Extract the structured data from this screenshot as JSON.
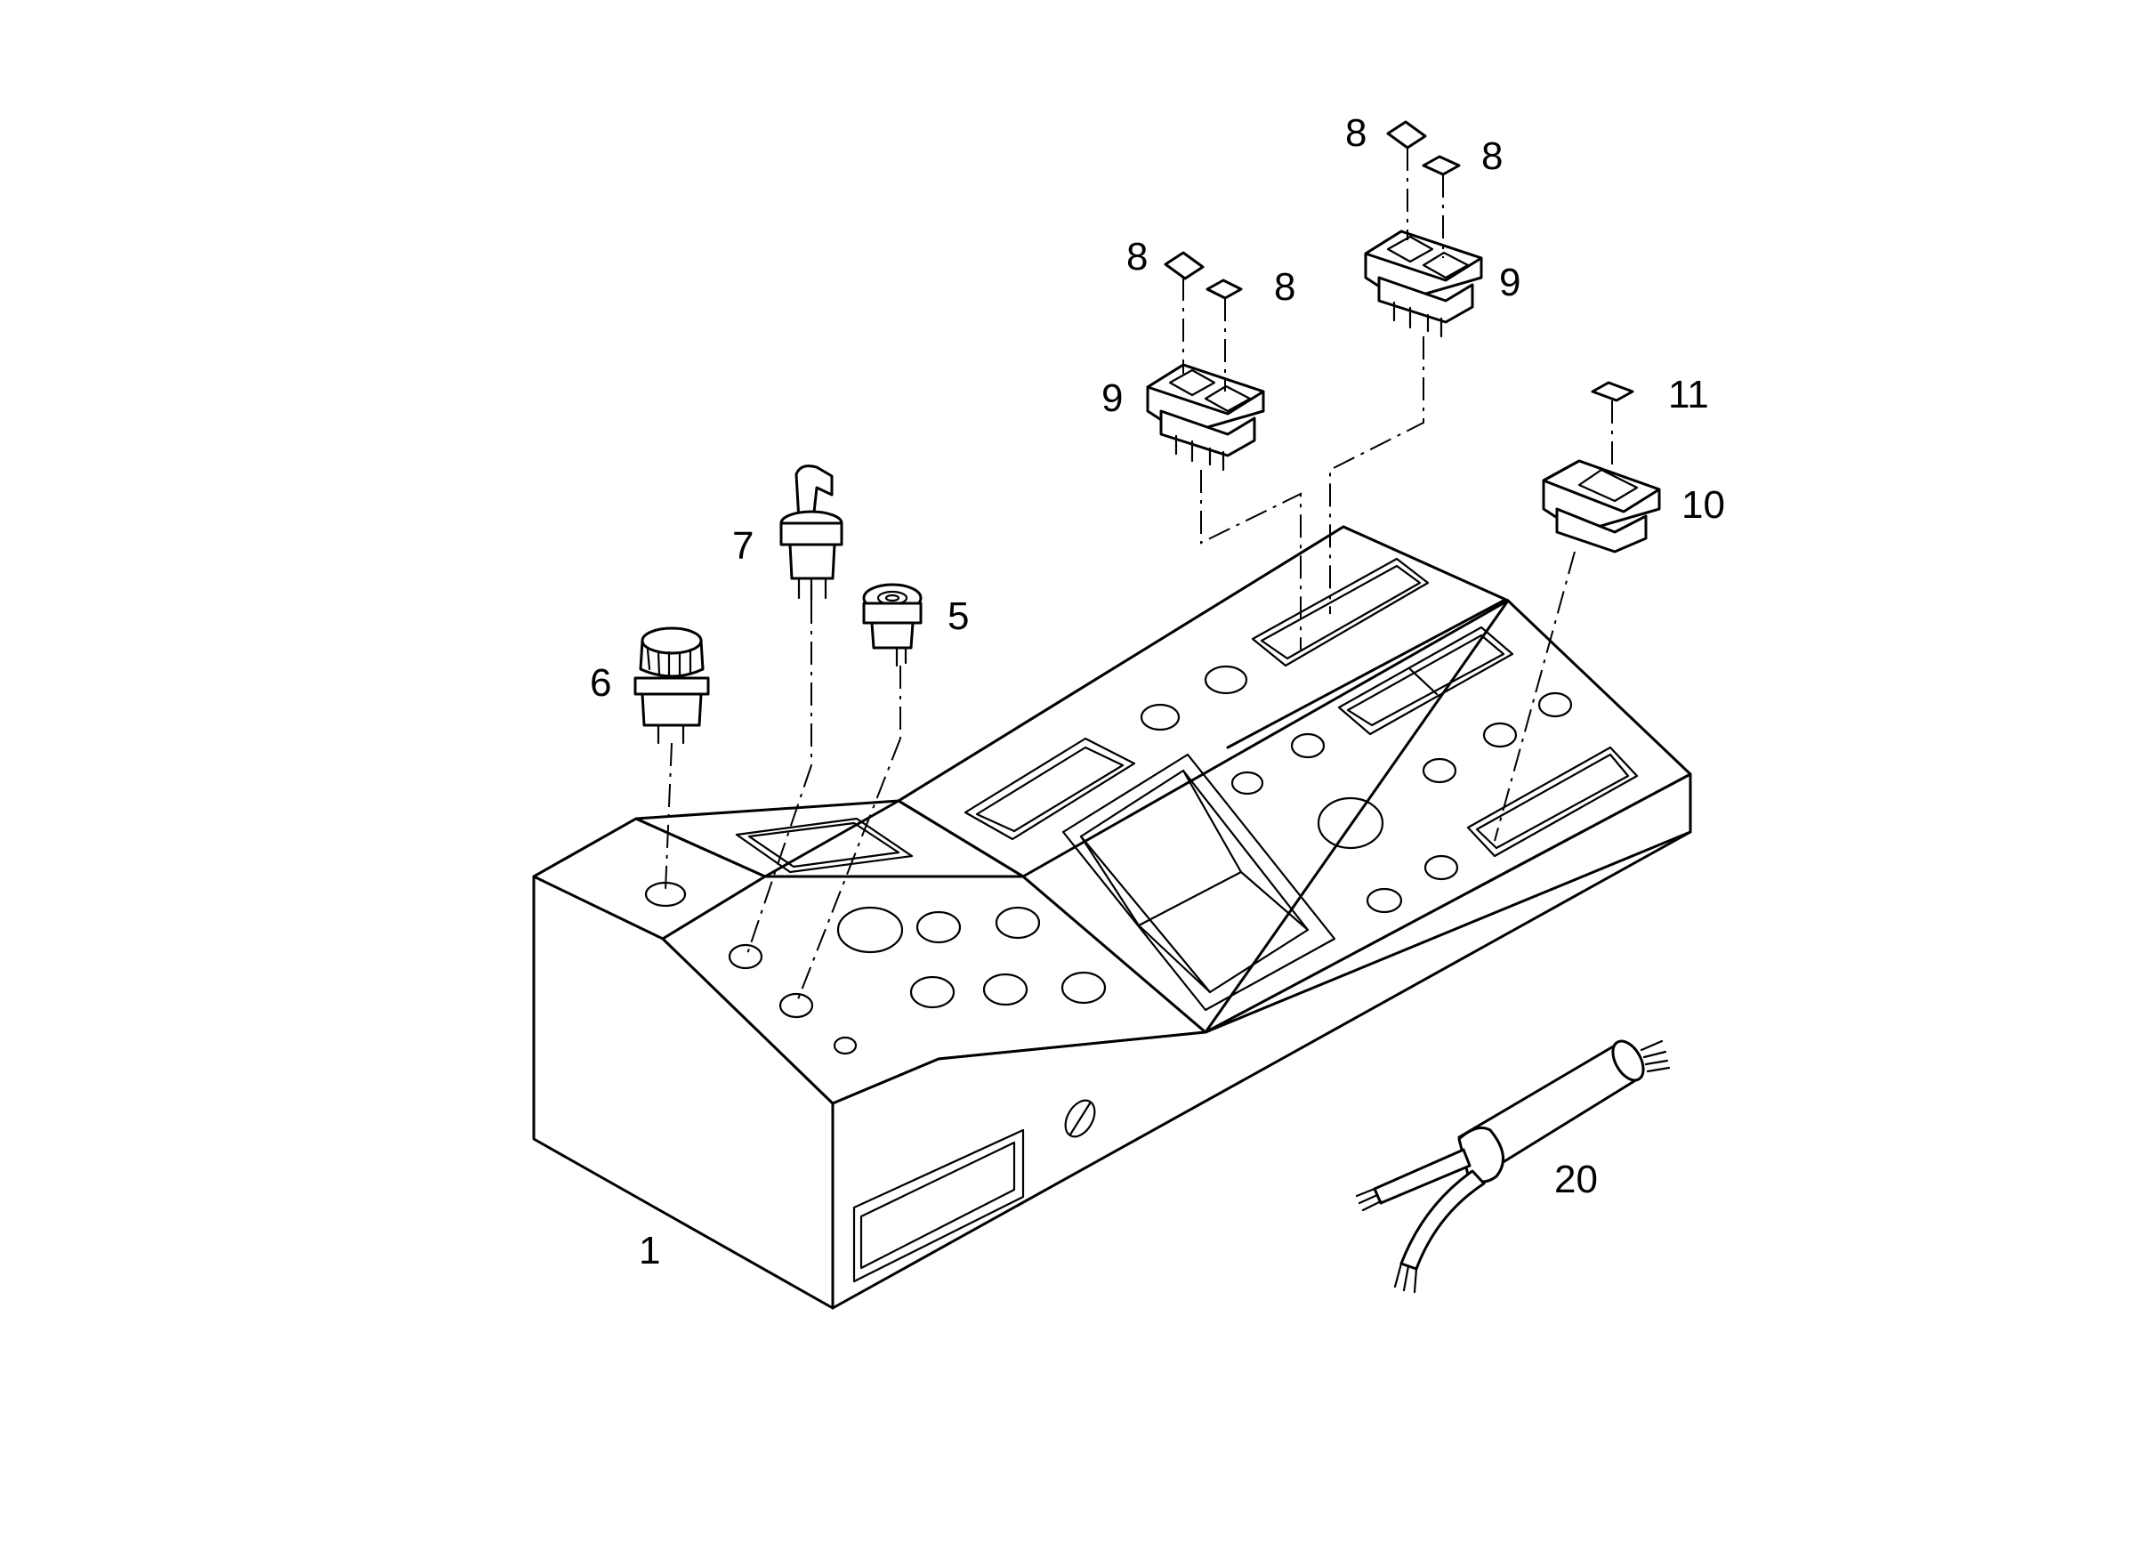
{
  "callouts": {
    "p1": "1",
    "p5": "5",
    "p6": "6",
    "p7": "7",
    "p8a": "8",
    "p8b": "8",
    "p8c": "8",
    "p8d": "8",
    "p9a": "9",
    "p9b": "9",
    "p10": "10",
    "p11": "11",
    "p20": "20"
  },
  "colors": {
    "line": "#000000",
    "background": "#ffffff"
  }
}
